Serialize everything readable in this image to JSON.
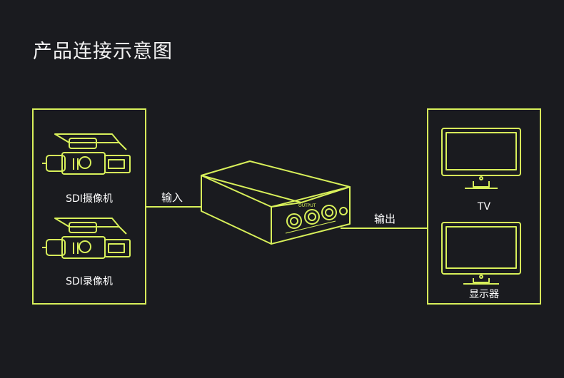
{
  "title": "产品连接示意图",
  "sources": [
    {
      "label": "SDI摄像机",
      "icon": "video-camera-icon"
    },
    {
      "label": "SDI录像机",
      "icon": "video-camera-icon"
    }
  ],
  "connection_in": "输入",
  "connection_out": "输出",
  "displays": [
    {
      "label": "TV",
      "icon": "monitor-icon"
    },
    {
      "label": "显示器",
      "icon": "monitor-icon"
    }
  ],
  "device_panel_text": "OUTPUT",
  "colors": {
    "accent": "#d8f05a",
    "background": "#1a1b1f",
    "text": "#ffffff"
  }
}
